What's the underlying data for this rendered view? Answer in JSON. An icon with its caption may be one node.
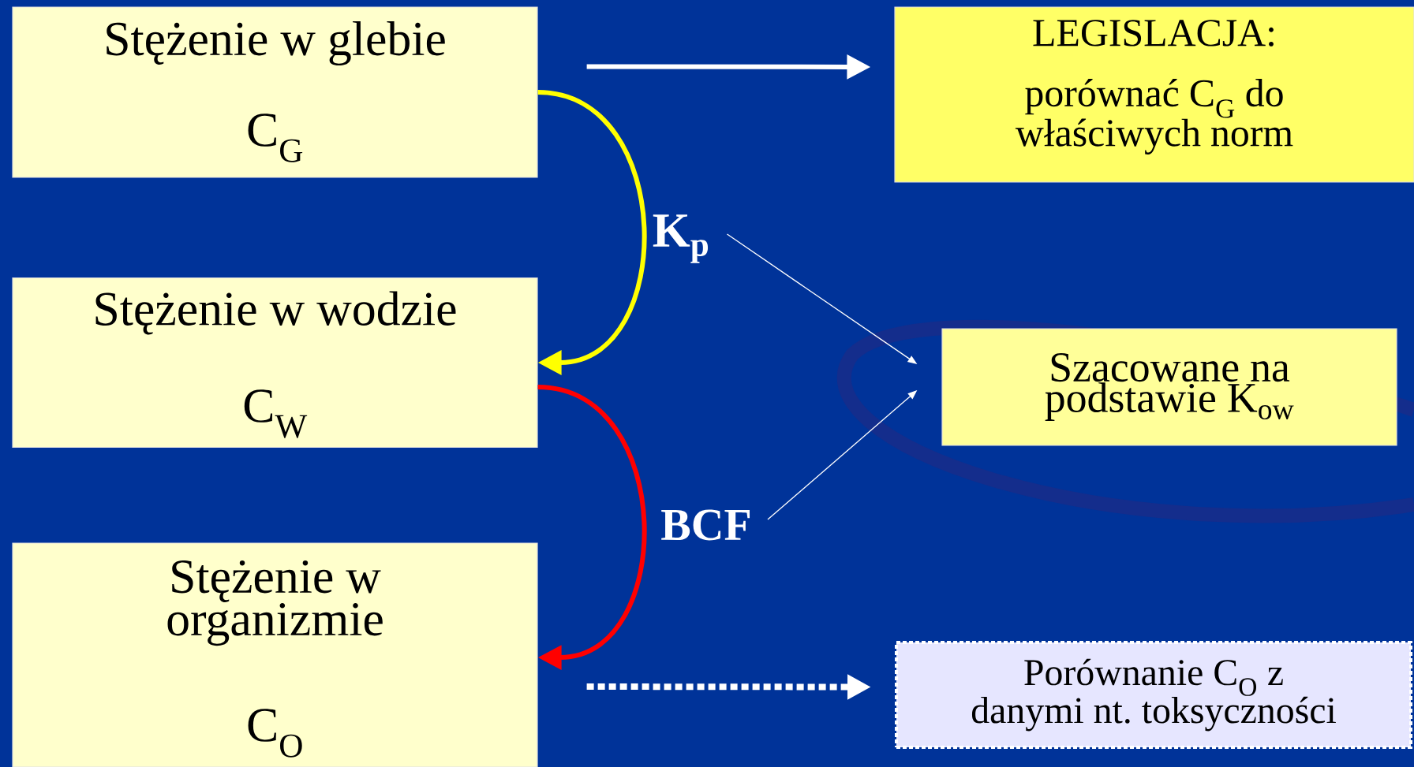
{
  "diagram": {
    "nodes": [
      {
        "text": [
          "Stężenie w glebie",
          "C$_{G}$"
        ]
      },
      {
        "text": [
          "Stężenie w wodzie",
          "C$_{W}$"
        ]
      },
      {
        "text": [
          "Stężenie w organizmie",
          "C$_{O}$"
        ]
      },
      {
        "text": [
          "LEGISLACJA:",
          "porównać C$_{G}$ do właściwych norm"
        ]
      },
      {
        "text": [
          "Szacowane na podstawie K$_{ow}$"
        ]
      },
      {
        "text": [
          "Porównanie C$_{O}$ z danymi nt. toksyczności"
        ]
      },
      {
        "text": [
          "K$_{p}$"
        ]
      },
      {
        "text": [
          "BCF"
        ]
      }
    ],
    "edges": [
      {
        "from": 0,
        "to": 3,
        "arrow": "to"
      },
      {
        "from": 0,
        "to": 1,
        "arrow": "to",
        "color": "#ffff00"
      },
      {
        "from": 1,
        "to": 2,
        "arrow": "to",
        "color": "#ff0000"
      },
      {
        "from": 2,
        "to": 5,
        "arrow": "to",
        "style": "dashed"
      },
      {
        "from": 6,
        "to": 4,
        "arrow": "to"
      },
      {
        "from": 7,
        "to": 4,
        "arrow": "to"
      }
    ]
  }
}
